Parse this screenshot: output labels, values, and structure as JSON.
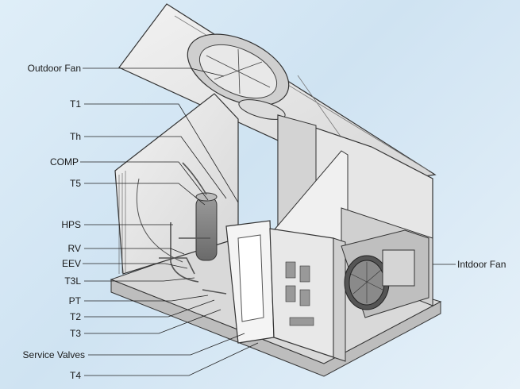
{
  "diagram": {
    "labels": [
      {
        "id": "outdoor-fan",
        "text": "Outdoor Fan"
      },
      {
        "id": "t1",
        "text": "T1"
      },
      {
        "id": "th",
        "text": "Th"
      },
      {
        "id": "comp",
        "text": "COMP"
      },
      {
        "id": "t5",
        "text": "T5"
      },
      {
        "id": "hps",
        "text": "HPS"
      },
      {
        "id": "rv",
        "text": "RV"
      },
      {
        "id": "eev",
        "text": "EEV"
      },
      {
        "id": "t3l",
        "text": "T3L"
      },
      {
        "id": "pt",
        "text": "PT"
      },
      {
        "id": "t2",
        "text": "T2"
      },
      {
        "id": "t3",
        "text": "T3"
      },
      {
        "id": "service-valves",
        "text": "Service Valves"
      },
      {
        "id": "t4",
        "text": "T4"
      },
      {
        "id": "indoor-fan",
        "text": "Intdoor Fan"
      }
    ]
  },
  "colors": {
    "background": "#dfeef8",
    "cabinet_stroke": "#333333",
    "cabinet_fill": "#e9e9e9",
    "leader_line": "#222222"
  }
}
